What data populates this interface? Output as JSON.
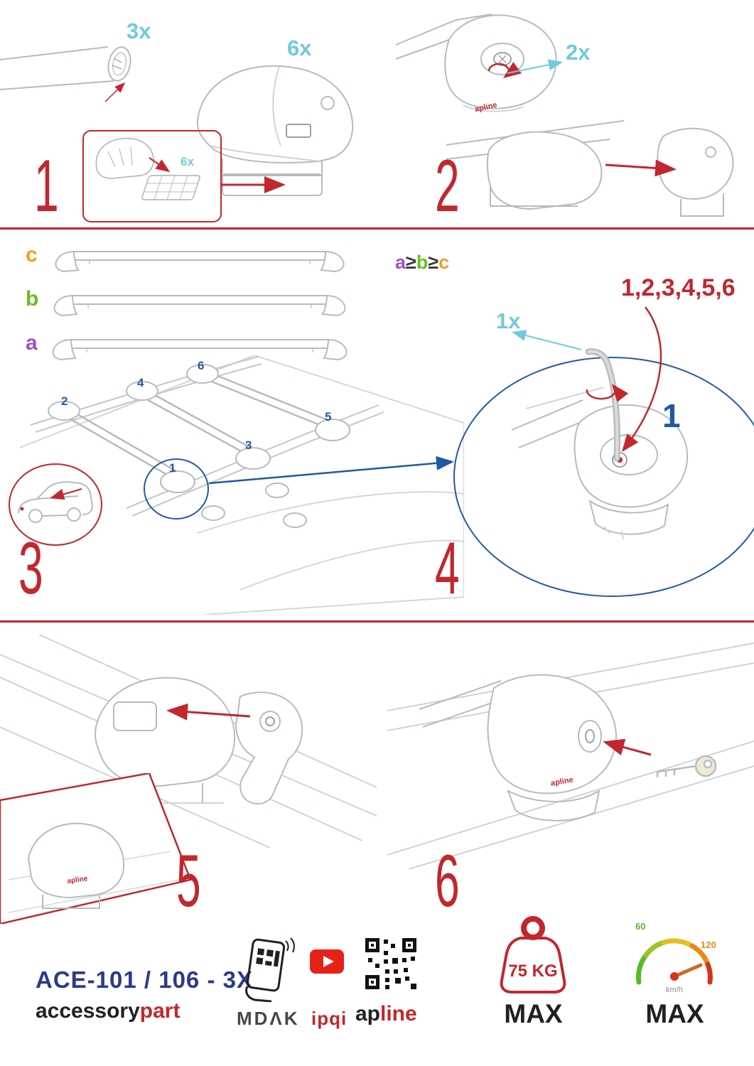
{
  "colors": {
    "red": "#c1272d",
    "cyan": "#6fcbdb",
    "blue": "#2159a5",
    "purple": "#a04fc8",
    "green": "#66bf22",
    "orange": "#f09f1f",
    "dark": "#231f20",
    "line_art": "#b7bbbe",
    "youtube_red": "#e62117",
    "model_blue": "#2a3a8c"
  },
  "common": {
    "foot_logo": "apline"
  },
  "steps": {
    "s1": {
      "num": "1",
      "bar_qty": "3x",
      "foot_qty": "6x",
      "pad_qty": "6x"
    },
    "s2": {
      "num": "2",
      "qty": "2x"
    },
    "s3": {
      "num": "3",
      "bar_labels": {
        "a": "a",
        "b": "b",
        "c": "c"
      },
      "rule": {
        "a": "a",
        "ge1": "≥",
        "b": "b",
        "ge2": "≥",
        "c": "c"
      },
      "positions": [
        "1",
        "2",
        "3",
        "4",
        "5",
        "6"
      ]
    },
    "s4": {
      "num": "4",
      "qty": "1x",
      "sequence": "1,2,3,4,5,6",
      "highlight": "1"
    },
    "s5": {
      "num": "5"
    },
    "s6": {
      "num": "6"
    }
  },
  "footer": {
    "model": "ACE-101 / 106 - 3X",
    "brand_accessory": "accessory",
    "brand_part": "part",
    "mdak": "MDΛK",
    "ipqi": "ipqi",
    "apline_ap": "ap",
    "apline_line": "line",
    "weight": {
      "value": "75 KG",
      "max": "MAX"
    },
    "speed": {
      "low": "60",
      "high": "120",
      "unit": "km/h",
      "max": "MAX"
    }
  }
}
